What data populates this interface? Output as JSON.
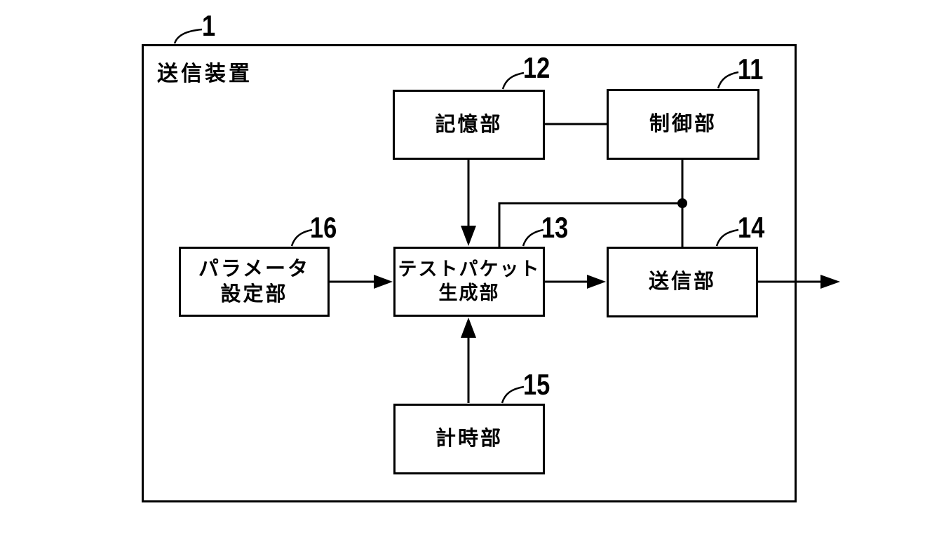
{
  "figure": {
    "device": {
      "ref": "1",
      "label": "送信装置"
    },
    "blocks": {
      "storage": {
        "ref": "12",
        "label": "記憶部"
      },
      "control": {
        "ref": "11",
        "label": "制御部"
      },
      "parameter": {
        "ref": "16",
        "line1": "パラメータ",
        "line2": "設定部"
      },
      "test_packet": {
        "ref": "13",
        "line1": "テストパケット",
        "line2": "生成部"
      },
      "transmitter": {
        "ref": "14",
        "label": "送信部"
      },
      "timer": {
        "ref": "15",
        "label": "計時部"
      }
    },
    "colors": {
      "ink": "#000000",
      "background": "#ffffff"
    }
  }
}
